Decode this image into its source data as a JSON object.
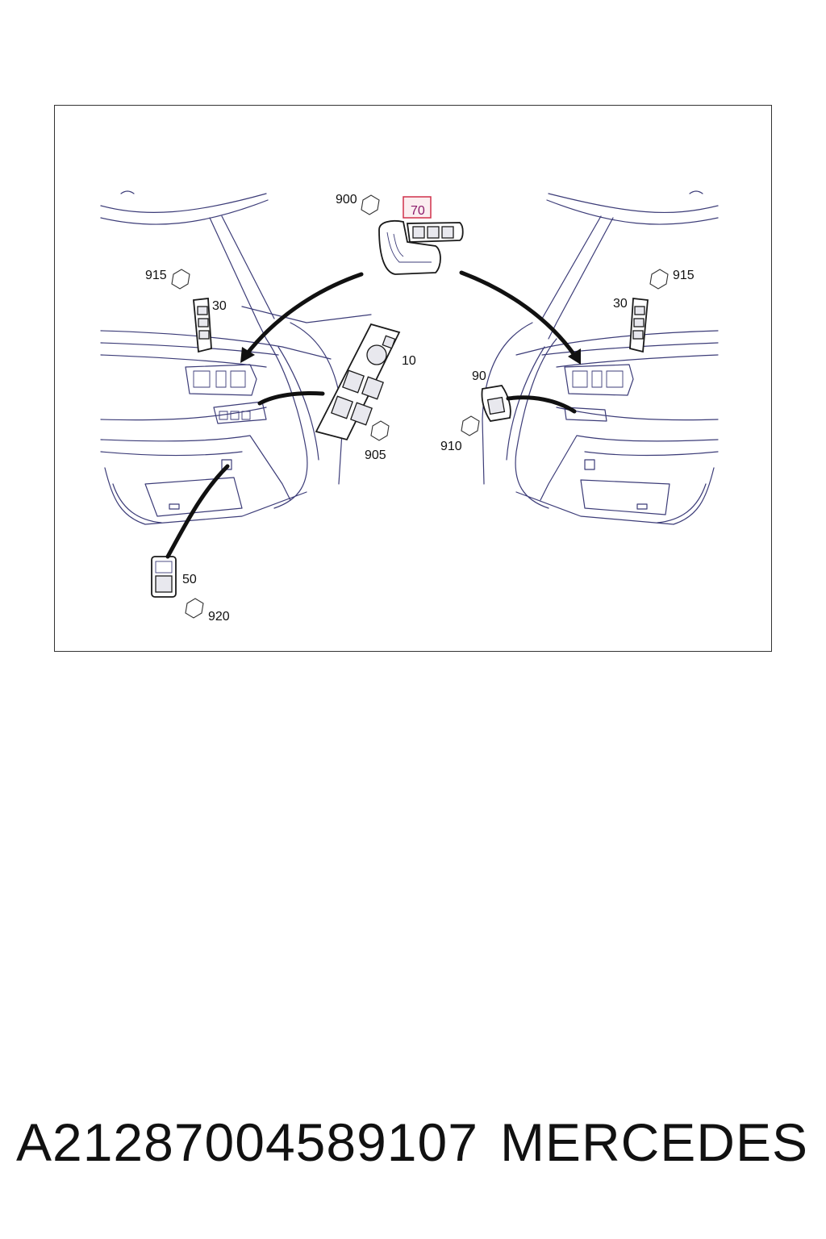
{
  "diagram": {
    "callouts": {
      "c900": "900",
      "c70": "70",
      "c915_left": "915",
      "c30_left": "30",
      "c10": "10",
      "c905": "905",
      "c90": "90",
      "c910": "910",
      "c915_right": "915",
      "c30_right": "30",
      "c50": "50",
      "c920": "920"
    },
    "highlighted_callout": "70",
    "highlight_color": "#d0304a"
  },
  "footer": {
    "part_number": "A21287004589107",
    "brand": "MERCEDES"
  }
}
